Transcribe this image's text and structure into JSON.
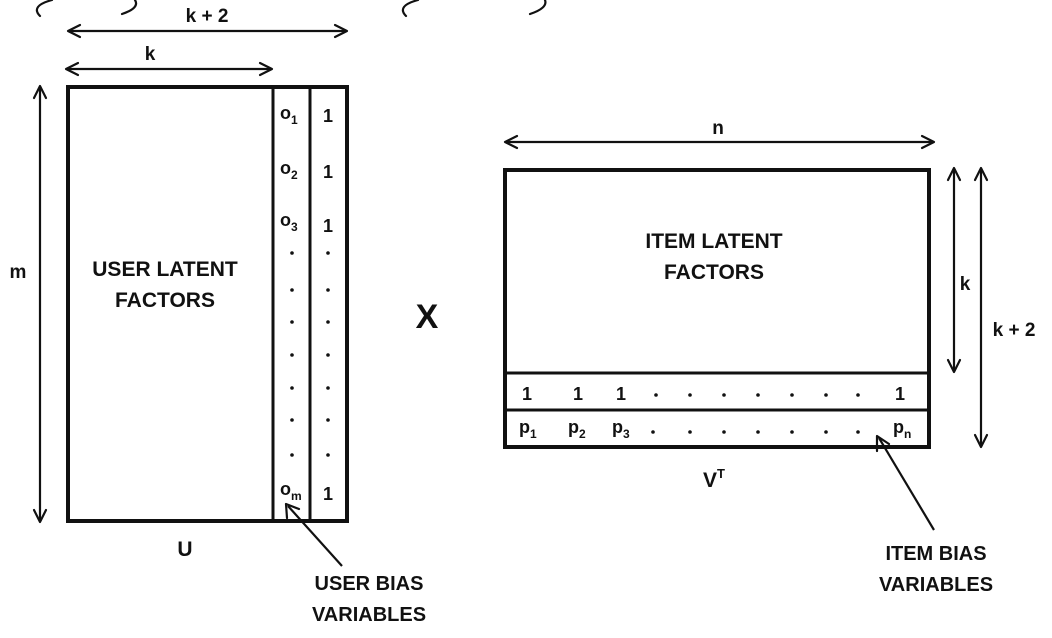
{
  "dimension_labels": {
    "u_total_width": "k + 2",
    "u_factor_width": "k",
    "u_height": "m",
    "vt_width": "n",
    "vt_factor_height": "k",
    "vt_total_height": "k + 2"
  },
  "user_matrix": {
    "title_line1": "USER LATENT",
    "title_line2": "FACTORS",
    "name": "U",
    "bias_column": [
      {
        "base": "o",
        "sub": "1"
      },
      {
        "base": "o",
        "sub": "2"
      },
      {
        "base": "o",
        "sub": "3"
      },
      {
        "base": "o",
        "sub": "m"
      }
    ],
    "ones_column": [
      "1",
      "1",
      "1",
      "1"
    ]
  },
  "operator": "X",
  "item_matrix": {
    "title_line1": "ITEM LATENT",
    "title_line2": "FACTORS",
    "name_base": "V",
    "name_sup": "T",
    "ones_row": [
      "1",
      "1",
      "1",
      "1"
    ],
    "bias_row": [
      {
        "base": "p",
        "sub": "1"
      },
      {
        "base": "p",
        "sub": "2"
      },
      {
        "base": "p",
        "sub": "3"
      },
      {
        "base": "p",
        "sub": "n"
      }
    ]
  },
  "callouts": {
    "user_bias_line1": "USER BIAS",
    "user_bias_line2": "VARIABLES",
    "item_bias_line1": "ITEM BIAS",
    "item_bias_line2": "VARIABLES"
  }
}
